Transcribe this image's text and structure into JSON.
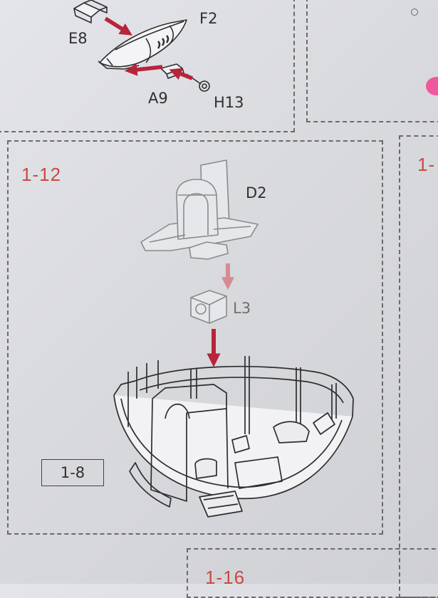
{
  "top_assembly": {
    "labels": {
      "e8": "E8",
      "f2": "F2",
      "a9": "A9",
      "h13": "H13"
    }
  },
  "step_1_12": {
    "step_number": "1-12",
    "part_d2": "D2",
    "part_l3": "L3",
    "reference": "1-8"
  },
  "right_column": {
    "step_number_partial": "1-"
  },
  "bottom_panel": {
    "step_number": "1-16"
  },
  "colors": {
    "step_number": "#c94a44",
    "arrow": "#b8243a",
    "arrow_faded": "#d88a93",
    "page": "#dcdde2",
    "line_art": "#2e2e2e",
    "line_art_faded": "#8a8a8a",
    "pink_marker": "#f0579c"
  }
}
